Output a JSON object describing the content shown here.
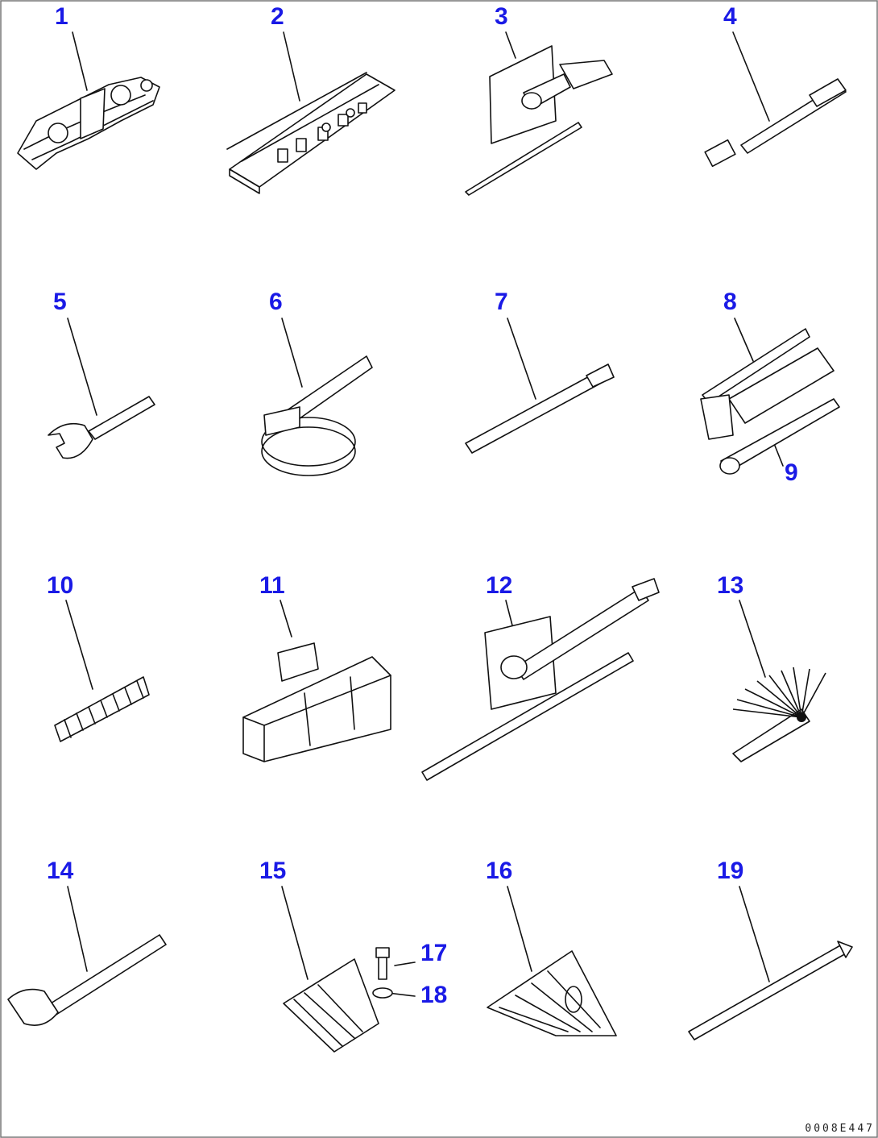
{
  "diagram": {
    "callouts": [
      {
        "id": "1",
        "label": "1"
      },
      {
        "id": "2",
        "label": "2"
      },
      {
        "id": "3",
        "label": "3"
      },
      {
        "id": "4",
        "label": "4"
      },
      {
        "id": "5",
        "label": "5"
      },
      {
        "id": "6",
        "label": "6"
      },
      {
        "id": "7",
        "label": "7"
      },
      {
        "id": "8",
        "label": "8"
      },
      {
        "id": "9",
        "label": "9"
      },
      {
        "id": "10",
        "label": "10"
      },
      {
        "id": "11",
        "label": "11"
      },
      {
        "id": "12",
        "label": "12"
      },
      {
        "id": "13",
        "label": "13"
      },
      {
        "id": "14",
        "label": "14"
      },
      {
        "id": "15",
        "label": "15"
      },
      {
        "id": "16",
        "label": "16"
      },
      {
        "id": "17",
        "label": "17"
      },
      {
        "id": "18",
        "label": "18"
      },
      {
        "id": "19",
        "label": "19"
      }
    ],
    "drawing_code": "0008E447",
    "colors": {
      "callout": "#1a1ae6",
      "line": "#111111",
      "border": "#777777"
    }
  }
}
